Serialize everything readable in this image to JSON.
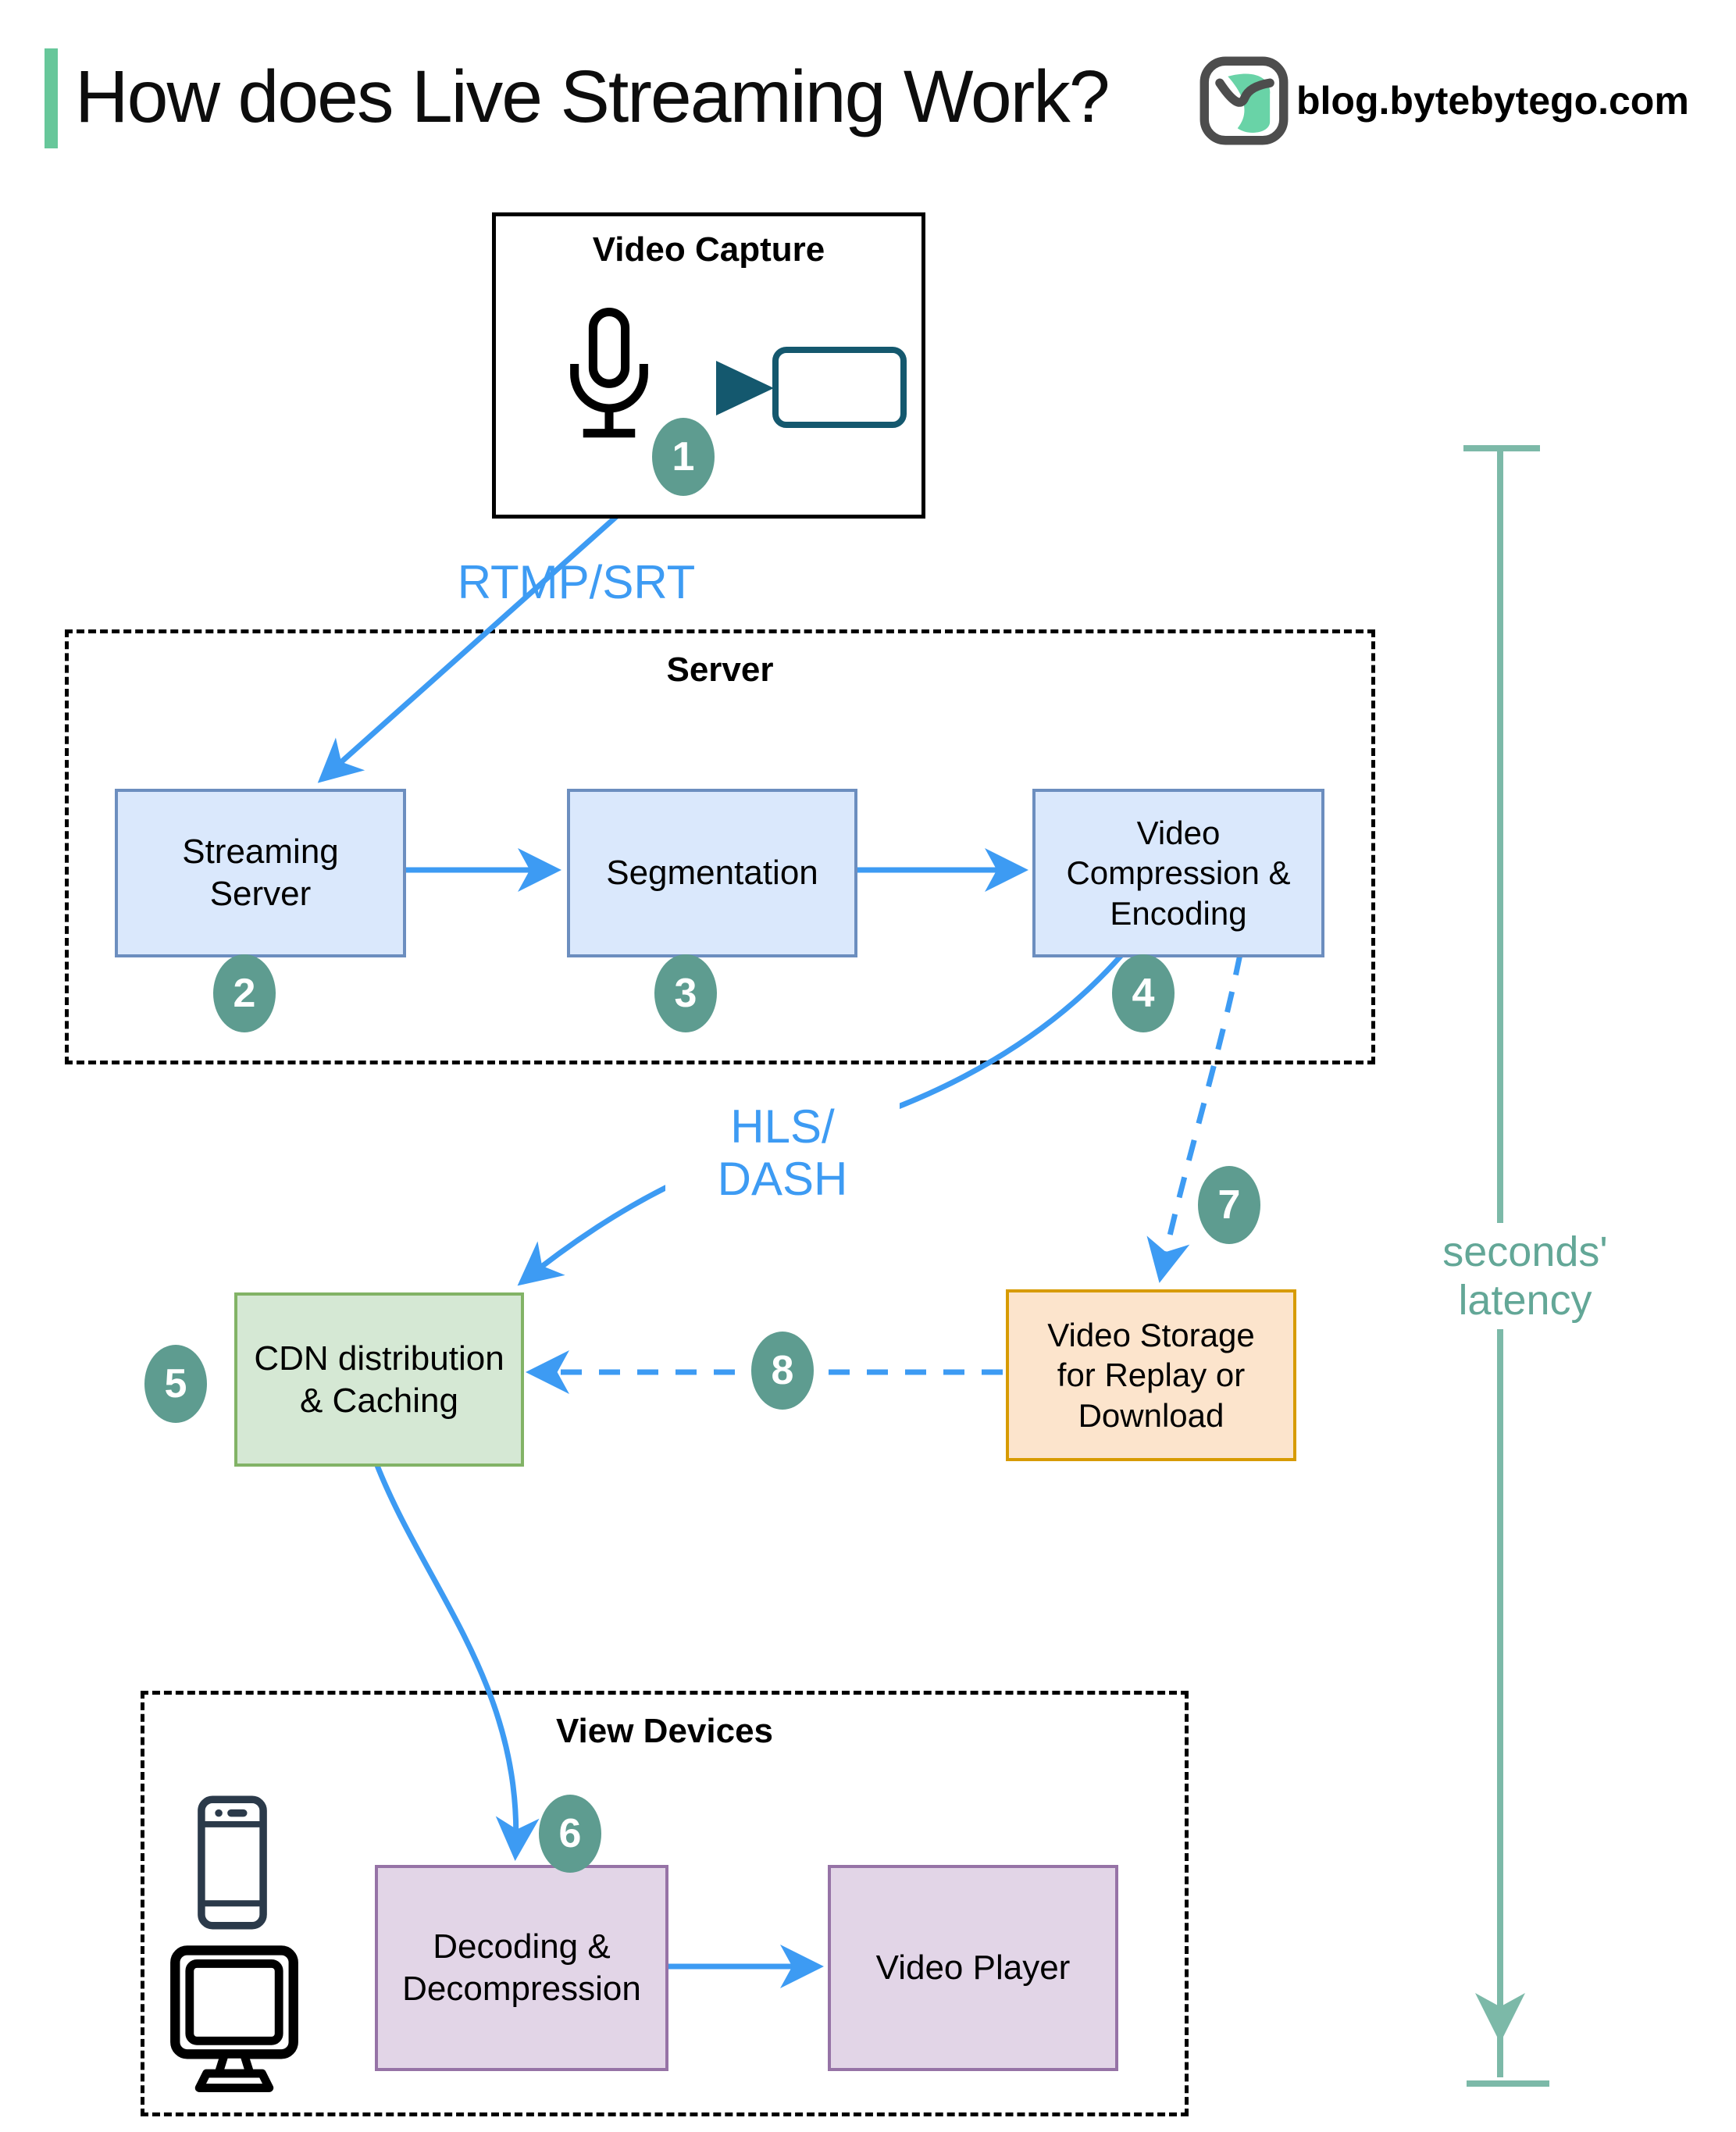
{
  "header": {
    "title": "How does Live Streaming Work?",
    "site": "blog.bytebytego.com"
  },
  "groups": {
    "server": "Server",
    "view_devices": "View Devices"
  },
  "nodes": {
    "video_capture": "Video Capture",
    "streaming_server": "Streaming\nServer",
    "segmentation": "Segmentation",
    "video_compression": "Video\nCompression &\nEncoding",
    "cdn": "CDN distribution\n& Caching",
    "video_storage": "Video Storage\nfor Replay or\nDownload",
    "decoding": "Decoding &\nDecompression",
    "video_player": "Video Player"
  },
  "edge_labels": {
    "ingest_protocol": "RTMP/SRT",
    "delivery_protocol": "HLS/\nDASH",
    "latency": "seconds' latency"
  },
  "steps": [
    "1",
    "2",
    "3",
    "4",
    "5",
    "6",
    "7",
    "8"
  ],
  "icons": [
    "bytebytego-logo",
    "microphone-icon",
    "video-camera-icon",
    "smartphone-icon",
    "monitor-icon"
  ],
  "colors": {
    "edge_blue": "#3D9BF3",
    "step_teal": "#5E9C90",
    "latency_teal": "#7CB9A8",
    "latency_text": "#63A797",
    "title_accent_green": "#67C79A",
    "logo_green": "#69D3A7",
    "camera_icon": "#14586E",
    "box_blue_fill": "#DAE8FC",
    "box_blue_border": "#6C8EBF",
    "box_green_fill": "#D5E8D4",
    "box_green_border": "#82B366",
    "box_orange_fill": "#FCE4CC",
    "box_orange_border": "#D79B00",
    "box_purple_fill": "#E2D5E7",
    "box_purple_border": "#9673A6"
  }
}
